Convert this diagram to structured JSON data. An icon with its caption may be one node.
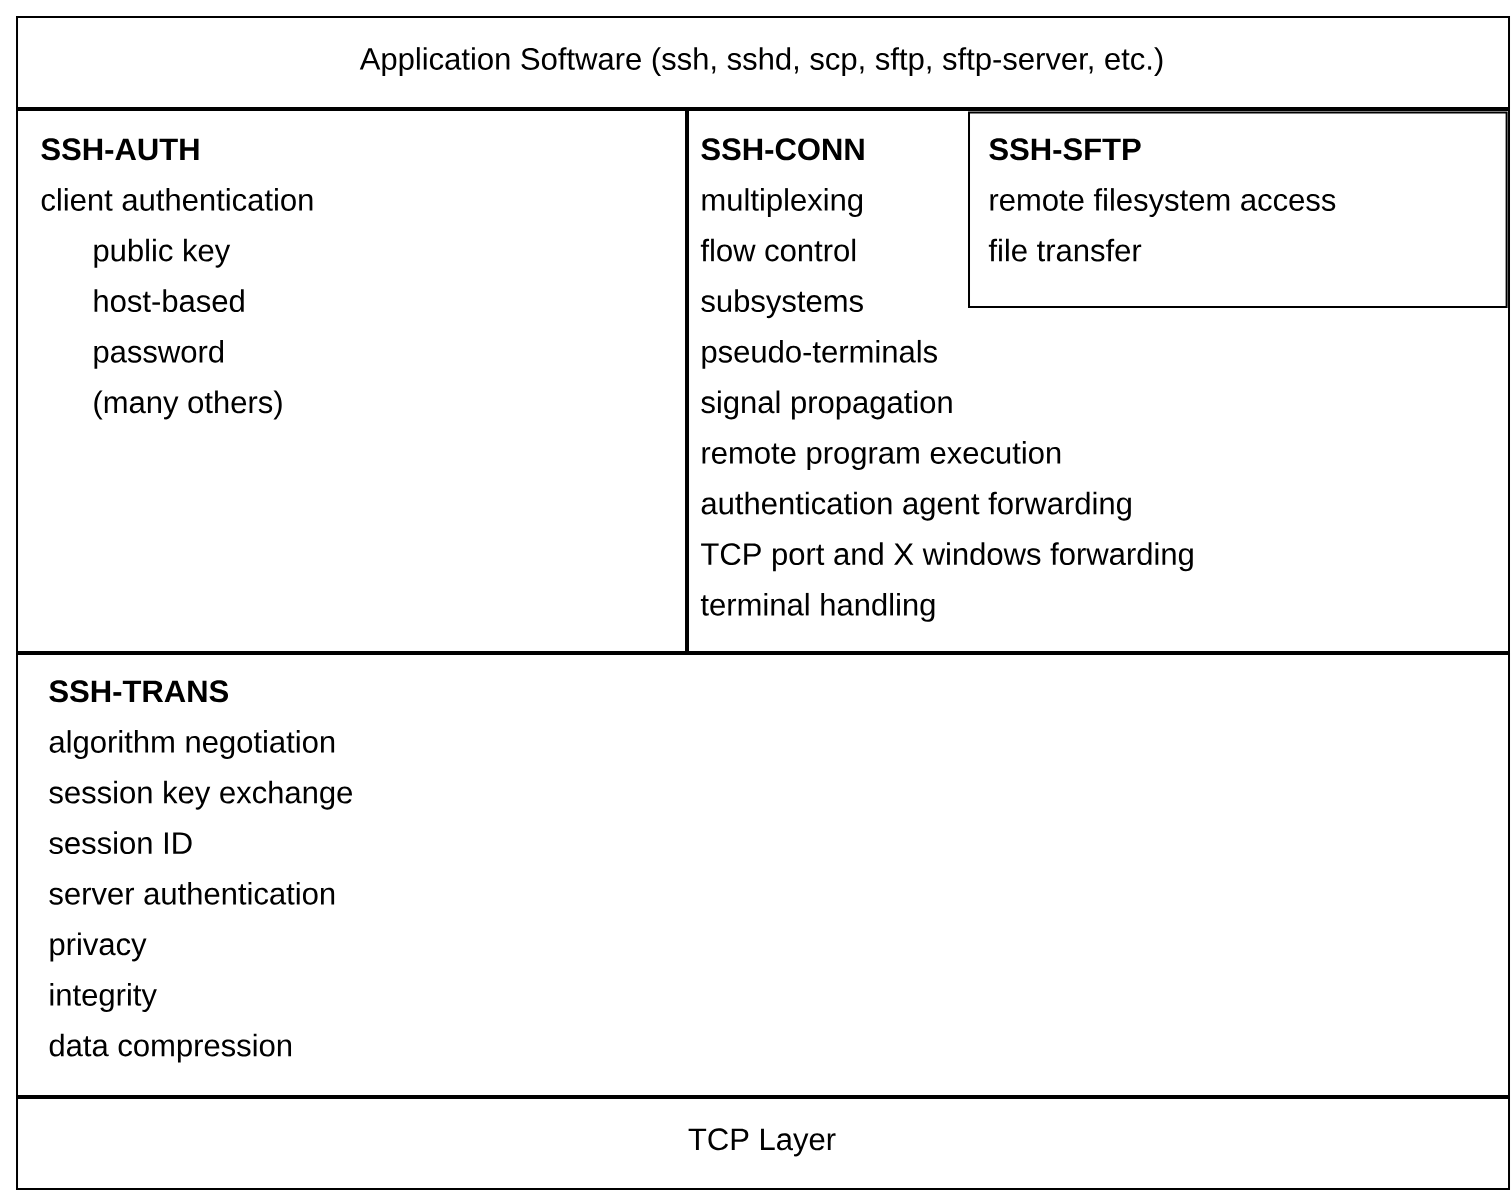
{
  "diagram": {
    "nodes": [
      {
        "text": [
          "Application Software (ssh, sshd, scp, sftp, sftp-server, etc.)"
        ]
      },
      {
        "text": [
          "SSH-AUTH",
          "client authentication",
          "public key",
          "host-based",
          "password",
          "(many others)"
        ]
      },
      {
        "text": [
          "SSH-CONN",
          "multiplexing",
          "flow control",
          "subsystems",
          "pseudo-terminals",
          "signal propagation",
          "remote program execution",
          "authentication agent forwarding",
          "TCP port and X windows forwarding",
          "terminal handling"
        ]
      },
      {
        "text": [
          "SSH-SFTP",
          "remote filesystem access",
          "file transfer"
        ],
        "in": 2
      },
      {
        "text": [
          "SSH-TRANS",
          "algorithm negotiation",
          "session key exchange",
          "session ID",
          "server authentication",
          "privacy",
          "integrity",
          "data compression"
        ]
      },
      {
        "text": [
          "TCP Layer"
        ]
      }
    ]
  }
}
